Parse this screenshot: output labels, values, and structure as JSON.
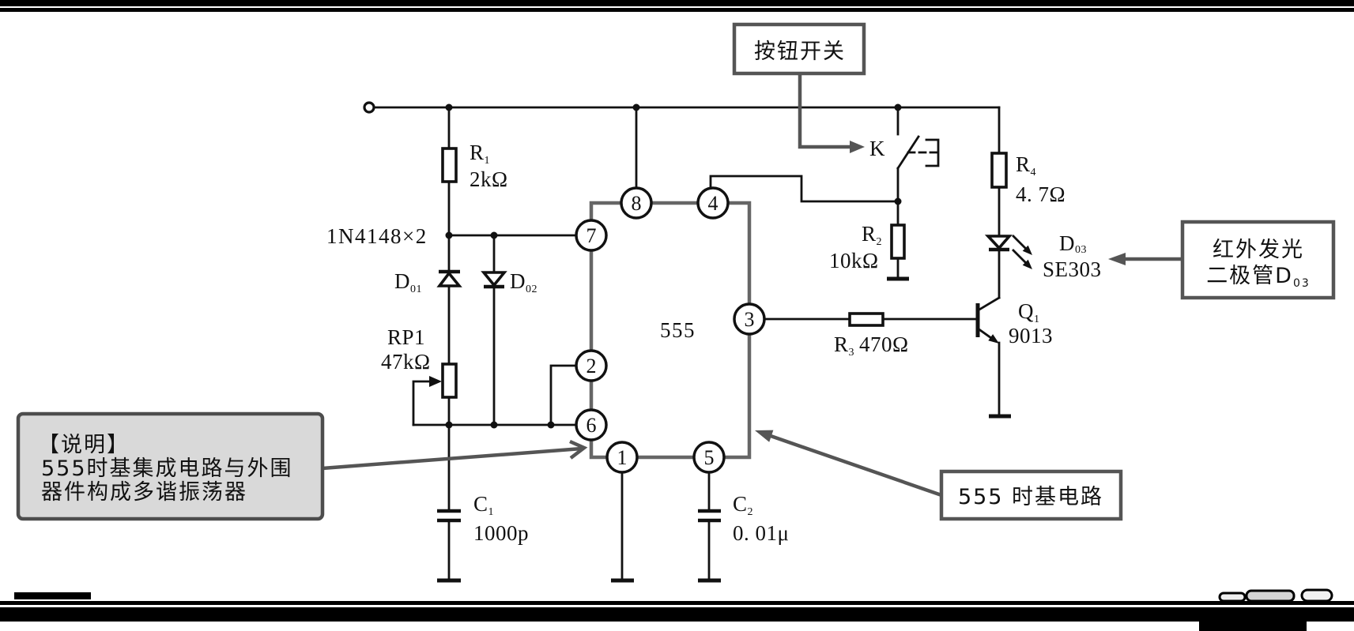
{
  "diagram": {
    "ic": {
      "label": "555",
      "pins": {
        "pin1": "1",
        "pin2": "2",
        "pin3": "3",
        "pin4": "4",
        "pin5": "5",
        "pin6": "6",
        "pin7": "7",
        "pin8": "8"
      }
    },
    "components": {
      "r1": {
        "ref": "R",
        "sub": "1",
        "value": "2kΩ"
      },
      "r2": {
        "ref": "R",
        "sub": "2",
        "value": "10kΩ"
      },
      "r3": {
        "ref": "R",
        "sub": "3",
        "value": "470Ω"
      },
      "r4": {
        "ref": "R",
        "sub": "4",
        "value": "4. 7Ω"
      },
      "rp1": {
        "ref": "RP1",
        "value": "47kΩ"
      },
      "diodes": {
        "part": "1N4148×2"
      },
      "d01": {
        "ref": "D",
        "sub": "01"
      },
      "d02": {
        "ref": "D",
        "sub": "02"
      },
      "d03": {
        "ref": "D",
        "sub": "03",
        "value": "SE303"
      },
      "c1": {
        "ref": "C",
        "sub": "1",
        "value": "1000p"
      },
      "c2": {
        "ref": "C",
        "sub": "2",
        "value": "0. 01μ"
      },
      "q1": {
        "ref": "Q",
        "sub": "1",
        "value": "9013"
      },
      "k": {
        "ref": "K"
      }
    },
    "callouts": {
      "push_button": "按钮开关",
      "ir_led": {
        "line1": "红外发光",
        "line2": "二极管D",
        "line2_sub": "03"
      },
      "timer_circuit": "555 时基电路",
      "note": {
        "heading": "【说明】",
        "line1": "555时基集成电路与外围",
        "line2": "器件构成多谐振荡器"
      }
    }
  },
  "colors": {
    "wire": "#111111",
    "ic_outline": "#666666",
    "callout": "#555555",
    "note_fill": "#d9d9d9",
    "border": "#000000"
  }
}
